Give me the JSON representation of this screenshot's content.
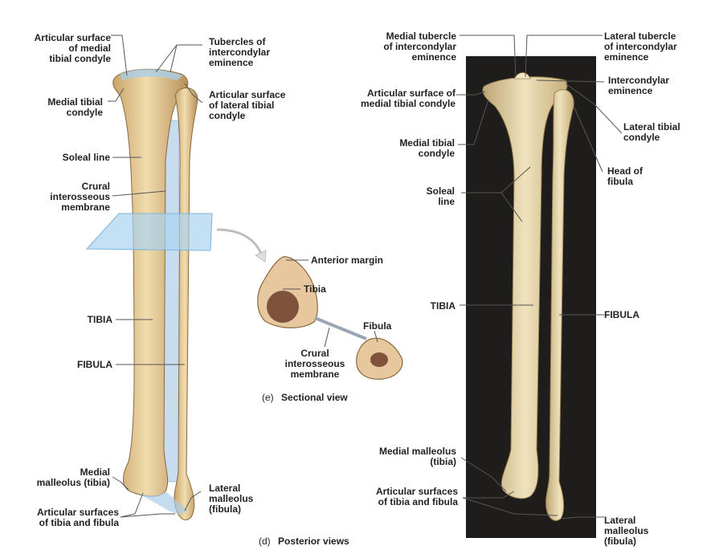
{
  "colors": {
    "bone": "#e6cf9f",
    "bone_shadow": "#c9a46a",
    "membrane": "#c8dcf0",
    "plane": "#a9d3ef",
    "photo_bg": "#1e1d1c",
    "photo_bone": "#e8d9b0",
    "section_fill": "#e7c79d",
    "marrow": "#6b3d2a"
  },
  "left_labels": {
    "art_med": [
      "Articular surface",
      "of medial",
      "tibial condyle"
    ],
    "tubercles": [
      "Tubercles of",
      "intercondylar",
      "eminence"
    ],
    "med_condyle": [
      "Medial tibial",
      "condyle"
    ],
    "art_lat": [
      "Articular surface",
      "of lateral tibial",
      "condyle"
    ],
    "soleal": [
      "Soleal line"
    ],
    "crural": [
      "Crural",
      "interosseous",
      "membrane"
    ],
    "tibia": [
      "TIBIA"
    ],
    "fibula": [
      "FIBULA"
    ],
    "med_malleolus": [
      "Medial",
      "malleolus (tibia)"
    ],
    "lat_malleolus": [
      "Lateral",
      "malleolus",
      "(fibula)"
    ],
    "art_surfaces": [
      "Articular surfaces",
      "of tibia and fibula"
    ]
  },
  "section_labels": {
    "anterior": [
      "Anterior margin"
    ],
    "tibia": [
      "Tibia"
    ],
    "fibula": [
      "Fibula"
    ],
    "crural": [
      "Crural",
      "interosseous",
      "membrane"
    ]
  },
  "right_labels": {
    "med_tubercle": [
      "Medial tubercle",
      "of intercondylar",
      "eminence"
    ],
    "lat_tubercle": [
      "Lateral tubercle",
      "of intercondylar",
      "eminence"
    ],
    "art_med": [
      "Articular surface of",
      "medial tibial condyle"
    ],
    "intercondylar": [
      "Intercondylar",
      "eminence"
    ],
    "lat_condyle": [
      "Lateral tibial",
      "condyle"
    ],
    "med_condyle": [
      "Medial tibial",
      "condyle"
    ],
    "head_fibula": [
      "Head of",
      "fibula"
    ],
    "soleal": [
      "Soleal",
      "line"
    ],
    "tibia": [
      "TIBIA"
    ],
    "fibula": [
      "FIBULA"
    ],
    "med_malleolus": [
      "Medial malleolus",
      "(tibia)"
    ],
    "art_surfaces": [
      "Articular surfaces",
      "of tibia and fibula"
    ],
    "lat_malleolus": [
      "Lateral",
      "malleolus",
      "(fibula)"
    ]
  },
  "captions": {
    "sectional_letter": "(e)",
    "sectional_text": "Sectional view",
    "posterior_letter": "(d)",
    "posterior_text": "Posterior views"
  }
}
